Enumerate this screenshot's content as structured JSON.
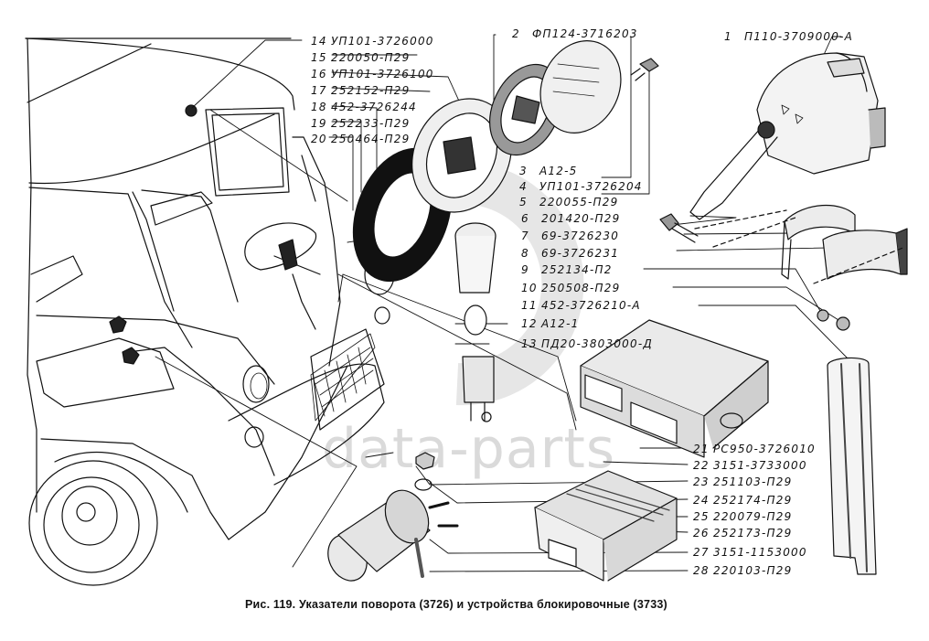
{
  "figure": {
    "caption": "Рис. 119. Указатели поворота (3726) и устройства блокировочные (3733)",
    "watermark": "data-parts",
    "ink_color": "#111111",
    "watermark_color": "#d4d4d4"
  },
  "callouts": [
    {
      "num": "1",
      "part": "П110-3709000-А"
    },
    {
      "num": "2",
      "part": "ФП124-3716203"
    },
    {
      "num": "3",
      "part": "А12-5"
    },
    {
      "num": "4",
      "part": "УП101-3726204"
    },
    {
      "num": "5",
      "part": "220055-П29"
    },
    {
      "num": "6",
      "part": "201420-П29"
    },
    {
      "num": "7",
      "part": "69-3726230"
    },
    {
      "num": "8",
      "part": "69-3726231"
    },
    {
      "num": "9",
      "part": "252134-П2"
    },
    {
      "num": "10",
      "part": "250508-П29"
    },
    {
      "num": "11",
      "part": "452-3726210-А"
    },
    {
      "num": "12",
      "part": "А12-1"
    },
    {
      "num": "13",
      "part": "ПД20-3803000-Д"
    },
    {
      "num": "14",
      "part": "УП101-3726000"
    },
    {
      "num": "15",
      "part": "220050-П29"
    },
    {
      "num": "16",
      "part": "УП101-3726100"
    },
    {
      "num": "17",
      "part": "252152-П29"
    },
    {
      "num": "18",
      "part": "452-3726244"
    },
    {
      "num": "19",
      "part": "252233-П29"
    },
    {
      "num": "20",
      "part": "250464-П29"
    },
    {
      "num": "21",
      "part": "РС950-3726010"
    },
    {
      "num": "22",
      "part": "3151-3733000"
    },
    {
      "num": "23",
      "part": "251103-П29"
    },
    {
      "num": "24",
      "part": "252174-П29"
    },
    {
      "num": "25",
      "part": "220079-П29"
    },
    {
      "num": "26",
      "part": "252173-П29"
    },
    {
      "num": "27",
      "part": "3151-1153000"
    },
    {
      "num": "28",
      "part": "220103-П29"
    }
  ],
  "components": [
    {
      "id": "vehicle-cab",
      "label": "vehicle cab (UAZ)"
    },
    {
      "id": "turn-signal-switch",
      "label": "turn signal switch",
      "ref": "1"
    },
    {
      "id": "side-lamp",
      "label": "side turn lamp assembly",
      "ref": "14"
    },
    {
      "id": "lamp-socket",
      "label": "control lamp socket",
      "ref": "11"
    },
    {
      "id": "relay-flasher",
      "label": "flasher relay",
      "ref": "21"
    },
    {
      "id": "blocking-unit",
      "label": "blocking device",
      "ref": "22"
    },
    {
      "id": "ignition-switch",
      "label": "blocking switch",
      "ref": "27"
    },
    {
      "id": "column-clamps",
      "label": "steering column clamps",
      "ref": "7"
    },
    {
      "id": "column-tube",
      "label": "steering column tube"
    }
  ]
}
